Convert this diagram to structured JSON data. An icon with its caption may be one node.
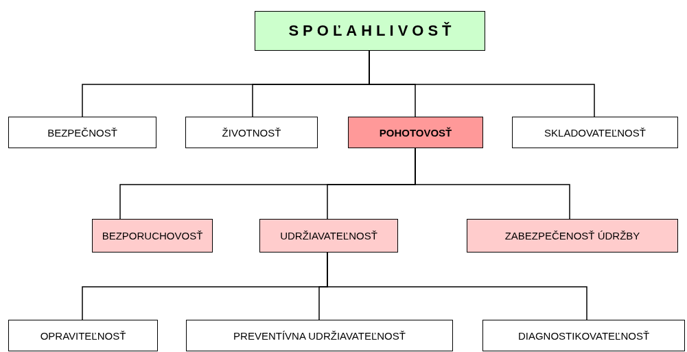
{
  "diagram": {
    "nodes": [
      {
        "text": [
          "SPOĽAHLIVOSŤ"
        ]
      },
      {
        "text": [
          "BEZPEČNOSŤ"
        ]
      },
      {
        "text": [
          "ŽIVOTNOSŤ"
        ]
      },
      {
        "text": [
          "POHOTOVOSŤ"
        ]
      },
      {
        "text": [
          "SKLADOVATEĽNOSŤ"
        ]
      },
      {
        "text": [
          "BEZPORUCHOVOSŤ"
        ]
      },
      {
        "text": [
          "UDRŽIAVATEĽNOSŤ"
        ]
      },
      {
        "text": [
          "ZABEZPEČENOSŤ ÚDRŽBY"
        ]
      },
      {
        "text": [
          "OPRAVITEĽNOSŤ"
        ]
      },
      {
        "text": [
          "PREVENTÍVNA UDRŽIAVATEĽNOSŤ"
        ]
      },
      {
        "text": [
          "DIAGNOSTIKOVATEĽNOSŤ"
        ]
      }
    ],
    "edges": [
      {
        "from": 0,
        "to": 1,
        "arrow": "none"
      },
      {
        "from": 0,
        "to": 2,
        "arrow": "none"
      },
      {
        "from": 0,
        "to": 3,
        "arrow": "none"
      },
      {
        "from": 0,
        "to": 4,
        "arrow": "none"
      },
      {
        "from": 3,
        "to": 5,
        "arrow": "none"
      },
      {
        "from": 3,
        "to": 6,
        "arrow": "none"
      },
      {
        "from": 3,
        "to": 7,
        "arrow": "none"
      },
      {
        "from": 6,
        "to": 8,
        "arrow": "none"
      },
      {
        "from": 6,
        "to": 9,
        "arrow": "none"
      },
      {
        "from": 6,
        "to": 10,
        "arrow": "none"
      }
    ]
  }
}
